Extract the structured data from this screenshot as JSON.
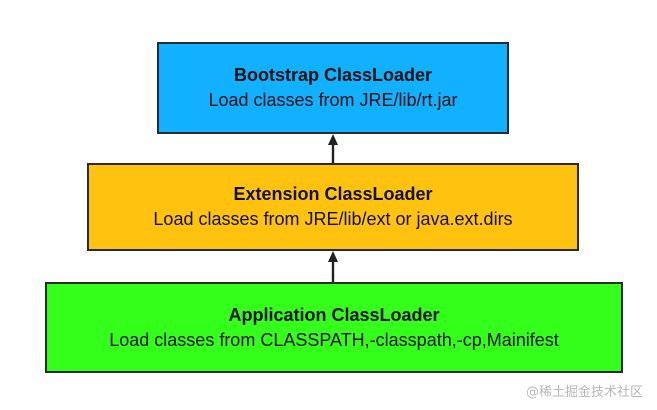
{
  "boxes": {
    "bootstrap": {
      "title": "Bootstrap ClassLoader",
      "desc": "Load classes from JRE/lib/rt.jar",
      "color": "#11b1ff"
    },
    "extension": {
      "title": "Extension ClassLoader",
      "desc": "Load classes from JRE/lib/ext or java.ext.dirs",
      "color": "#ffc20e"
    },
    "application": {
      "title": "Application ClassLoader",
      "desc": "Load classes from CLASSPATH,-classpath,-cp,Mainifest",
      "color": "#33ff1a"
    }
  },
  "watermark": "@稀土掘金技术社区"
}
